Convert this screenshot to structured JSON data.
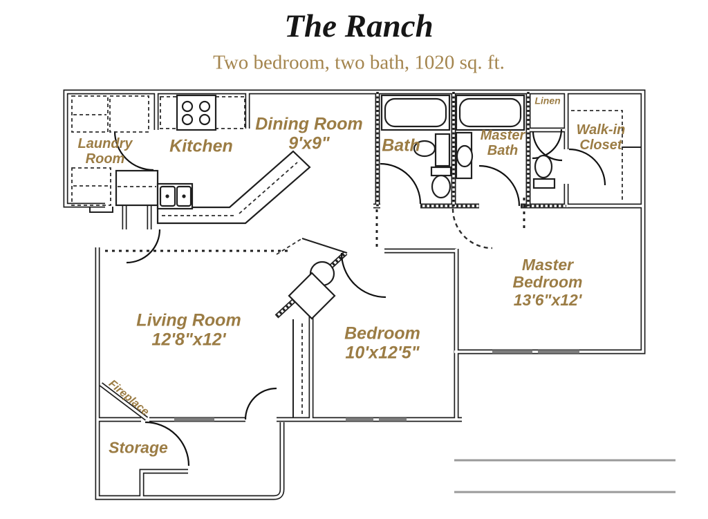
{
  "title": "The Ranch",
  "subtitle": "Two bedroom, two bath, 1020 sq. ft.",
  "colors": {
    "label_text": "#9b7c44",
    "subtitle_text": "#a4854e",
    "title_text": "#161616",
    "wall": "#1f1f1f",
    "window": "#7d7d7d",
    "signature_line": "#9a9a9a"
  },
  "rooms": {
    "laundry": {
      "label": "Laundry\nRoom"
    },
    "kitchen": {
      "label": "Kitchen"
    },
    "dining": {
      "label": "Dining Room\n9'x9\""
    },
    "bath": {
      "label": "Bath"
    },
    "master_bath": {
      "label": "Master\nBath"
    },
    "linen": {
      "label": "Linen"
    },
    "walkin_closet": {
      "label": "Walk-in\nCloset"
    },
    "master_bedroom": {
      "label": "Master\nBedroom\n13'6\"x12'"
    },
    "living": {
      "label": "Living Room\n12'8\"x12'"
    },
    "bedroom": {
      "label": "Bedroom\n10'x12'5\""
    },
    "fireplace": {
      "label": "Fireplace"
    },
    "storage": {
      "label": "Storage"
    }
  }
}
